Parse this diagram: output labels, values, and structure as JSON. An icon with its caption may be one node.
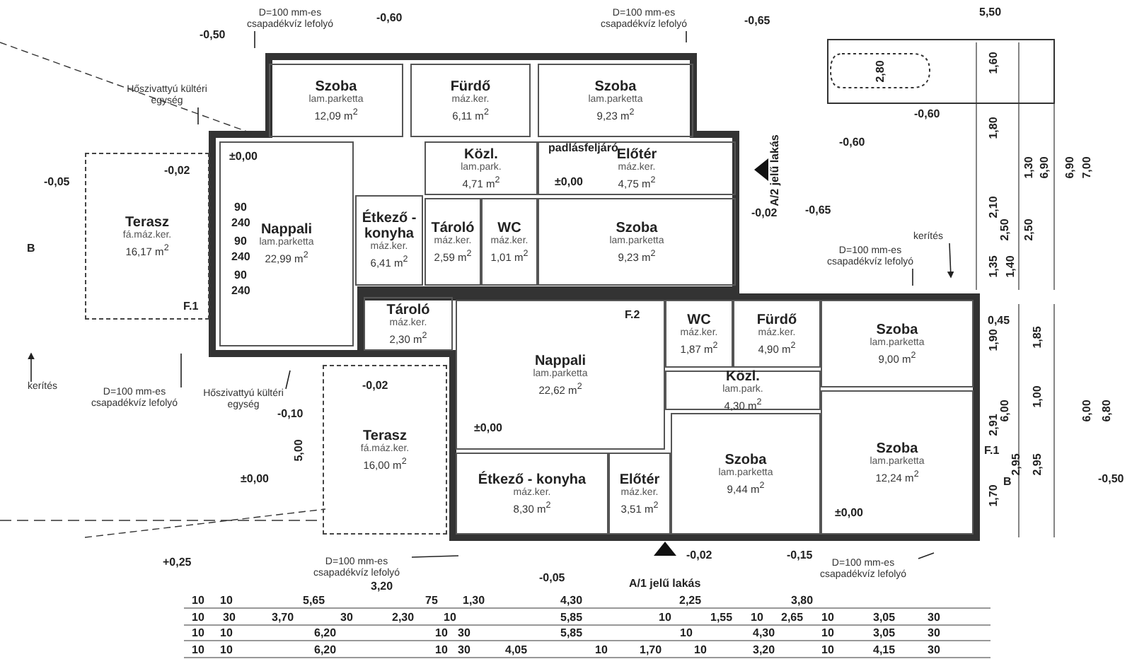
{
  "diagram": {
    "nodes": [
      {
        "text": [
          "Szoba",
          "lam.parketta",
          "12,09 m$^{2}$"
        ]
      },
      {
        "text": [
          "Fürdő",
          "máz.ker.",
          "6,11 m$^{2}$"
        ]
      },
      {
        "text": [
          "Szoba",
          "lam.parketta",
          "9,23 m$^{2}$"
        ]
      },
      {
        "text": [
          "Előtér",
          "máz.ker.",
          "4,75 m$^{2}$"
        ]
      },
      {
        "text": [
          "Nappali",
          "lam.parketta",
          "22,99 m$^{2}$"
        ]
      },
      {
        "text": [
          "Közl.",
          "lam.park.",
          "4,71 m$^{2}$"
        ]
      },
      {
        "text": [
          "Étkező - konyha",
          "máz.ker.",
          "6,41 m$^{2}$"
        ]
      },
      {
        "text": [
          "Tároló",
          "máz.ker.",
          "2,59 m$^{2}$"
        ]
      },
      {
        "text": [
          "WC",
          "máz.ker.",
          "1,01 m$^{2}$"
        ]
      },
      {
        "text": [
          "Szoba",
          "lam.parketta",
          "9,23 m$^{2}$"
        ]
      },
      {
        "text": [
          "Terasz",
          "fá.máz.ker.",
          "16,17 m$^{2}$"
        ]
      },
      {
        "text": [
          "Tároló",
          "máz.ker.",
          "2,30 m$^{2}$"
        ]
      },
      {
        "text": [
          "Nappali",
          "lam.parketta",
          "22,62 m$^{2}$"
        ]
      },
      {
        "text": [
          "WC",
          "máz.ker.",
          "1,87 m$^{2}$"
        ]
      },
      {
        "text": [
          "Fürdő",
          "máz.ker.",
          "4,90 m$^{2}$"
        ]
      },
      {
        "text": [
          "Szoba",
          "lam.parketta",
          "9,00 m$^{2}$"
        ]
      },
      {
        "text": [
          "Közl.",
          "lam.park.",
          "4,30 m$^{2}$"
        ]
      },
      {
        "text": [
          "Szoba",
          "lam.parketta",
          "12,24 m$^{2}$"
        ]
      },
      {
        "text": [
          "Terasz",
          "fá.máz.ker.",
          "16,00 m$^{2}$"
        ]
      },
      {
        "text": [
          "Étkező - konyha",
          "máz.ker.",
          "8,30 m$^{2}$"
        ]
      },
      {
        "text": [
          "Előtér",
          "máz.ker.",
          "3,51 m$^{2}$"
        ]
      },
      {
        "text": [
          "Szoba",
          "lam.parketta",
          "9,44 m$^{2}$"
        ]
      },
      {
        "text": [
          "D=100 mm-es csapadékvíz lefolyó"
        ]
      },
      {
        "text": [
          "Hőszivattyú kültéri egység"
        ]
      },
      {
        "text": [
          "D=100 mm-es csapadékvíz lefolyó"
        ]
      },
      {
        "text": [
          "D=100 mm-es csapadékvíz lefolyó"
        ]
      },
      {
        "text": [
          "kerítés"
        ]
      },
      {
        "text": [
          "kerítés"
        ]
      },
      {
        "text": [
          "D=100 mm-es csapadékvíz lefolyó"
        ]
      },
      {
        "text": [
          "Hőszivattyú kültéri egység"
        ]
      },
      {
        "text": [
          "D=100 mm-es csapadékvíz lefolyó"
        ]
      },
      {
        "text": [
          "D=100 mm-es csapadékvíz lefolyó"
        ]
      }
    ],
    "edges": [
      {
        "from": 22,
        "to": null,
        "arrow": "none"
      },
      {
        "from": 23,
        "to": null,
        "arrow": "none"
      },
      {
        "from": 24,
        "to": null,
        "arrow": "none"
      },
      {
        "from": 25,
        "to": null,
        "arrow": "none"
      },
      {
        "from": 26,
        "to": null,
        "arrow": "to"
      },
      {
        "from": 27,
        "to": null,
        "arrow": "to"
      },
      {
        "from": 28,
        "to": null,
        "arrow": "none"
      },
      {
        "from": 29,
        "to": null,
        "arrow": "none"
      },
      {
        "from": 30,
        "to": null,
        "arrow": "none"
      },
      {
        "from": 31,
        "to": null,
        "arrow": "none"
      }
    ],
    "labels": [
      "-0,50",
      "-0,60",
      "-0,65",
      "5,50",
      "2,80",
      "-0,60",
      "A/2 jelű lakás",
      "-0,60",
      "-0,65",
      "padlásfeljáró",
      "±0,00",
      "-0,02",
      "±0,00",
      "-0,05",
      "-0,02",
      "B",
      "F.1",
      "90",
      "240",
      "90",
      "240",
      "90",
      "240",
      "-0,02",
      "-0,10",
      "5,00",
      "±0,00",
      "F.2",
      "±0,00",
      "+0,25",
      "-0,05",
      "-0,02",
      "A/1 jelű lakás",
      "-0,15",
      "±0,00",
      "F.1",
      "B",
      "-0,50",
      "0,45",
      "1,60",
      "1,80",
      "1,30",
      "6,90",
      "6,90",
      "7,00",
      "2,10",
      "2,50",
      "2,50",
      "1,35",
      "1,40",
      "1,90",
      "2,91",
      "1,70",
      "6,00",
      "1,85",
      "1,00",
      "2,95",
      "2,95",
      "6,00",
      "6,80",
      "3,20",
      "10",
      "10",
      "5,65",
      "75",
      "1,30",
      "4,30",
      "2,25",
      "3,80",
      "10",
      "30",
      "3,70",
      "30",
      "2,30",
      "10",
      "5,85",
      "10",
      "1,55",
      "10",
      "2,65",
      "10",
      "3,05",
      "30",
      "10",
      "10",
      "6,20",
      "10",
      "30",
      "5,85",
      "10",
      "4,30",
      "10",
      "3,05",
      "30",
      "10",
      "10",
      "6,20",
      "10",
      "30",
      "4,05",
      "10",
      "1,70",
      "10",
      "3,20",
      "10",
      "4,15",
      "30"
    ]
  }
}
